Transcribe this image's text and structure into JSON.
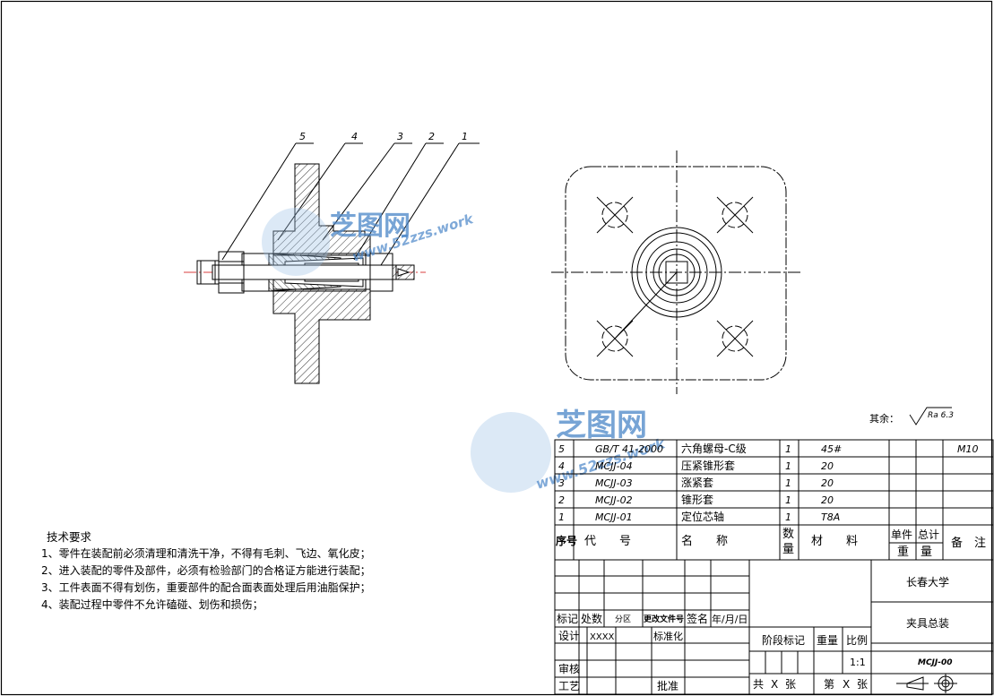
{
  "balloons": [
    "5",
    "4",
    "3",
    "2",
    "1"
  ],
  "roughness": {
    "label": "其余：",
    "value": "Ra 6.3"
  },
  "watermark": {
    "brand": "芝图网",
    "url": "www.52zzs.work"
  },
  "tech_requirements": {
    "title": "技术要求",
    "items": [
      "1、零件在装配前必须清理和清洗干净，不得有毛刺、飞边、氧化皮；",
      "2、进入装配的零件及部件，必须有检验部门的合格证方能进行装配；",
      "3、工件表面不得有划伤，重要部件的配合面表面处理后用油脂保护；",
      "4、装配过程中零件不允许磕碰、划伤和损伤；"
    ]
  },
  "bom": {
    "rows": [
      {
        "no": "5",
        "code": "GB/T 41-2000",
        "name": "六角螺母-C级",
        "qty": "1",
        "material": "45#",
        "note": "M10"
      },
      {
        "no": "4",
        "code": "MCJJ-04",
        "name": "压紧锥形套",
        "qty": "1",
        "material": "20",
        "note": ""
      },
      {
        "no": "3",
        "code": "MCJJ-03",
        "name": "涨紧套",
        "qty": "1",
        "material": "20",
        "note": ""
      },
      {
        "no": "2",
        "code": "MCJJ-02",
        "name": "锥形套",
        "qty": "1",
        "material": "20",
        "note": ""
      },
      {
        "no": "1",
        "code": "MCJJ-01",
        "name": "定位芯轴",
        "qty": "1",
        "material": "T8A",
        "note": ""
      }
    ],
    "header": {
      "no": "序号",
      "code": "代　　号",
      "name": "名　　称",
      "qty_top": "数",
      "qty_bot": "量",
      "material": "材　　料",
      "unit_top": "单件",
      "total_top": "总计",
      "weight": "重　量",
      "note": "备　注"
    }
  },
  "title_block": {
    "biaoji": "标记",
    "chushu": "处数",
    "fenqu": "分区",
    "gengai": "更改文件号",
    "qianming": "签名",
    "date": "年/月/日",
    "sheji": "设计",
    "designer": "XXXX",
    "biaozhunhua": "标准化",
    "jieduan": "阶段标记",
    "zhongliang": "重量",
    "bili": "比例",
    "scale": "1:1",
    "shenhe": "审核",
    "gongyi": "工艺",
    "pizhun": "批准",
    "gong": "共",
    "gong_x": "X",
    "zhang1": "张",
    "di": "第",
    "di_x": "X",
    "zhang2": "张",
    "school": "长春大学",
    "drawing_name": "夹具总装",
    "drawing_no": "MCJJ-00"
  }
}
